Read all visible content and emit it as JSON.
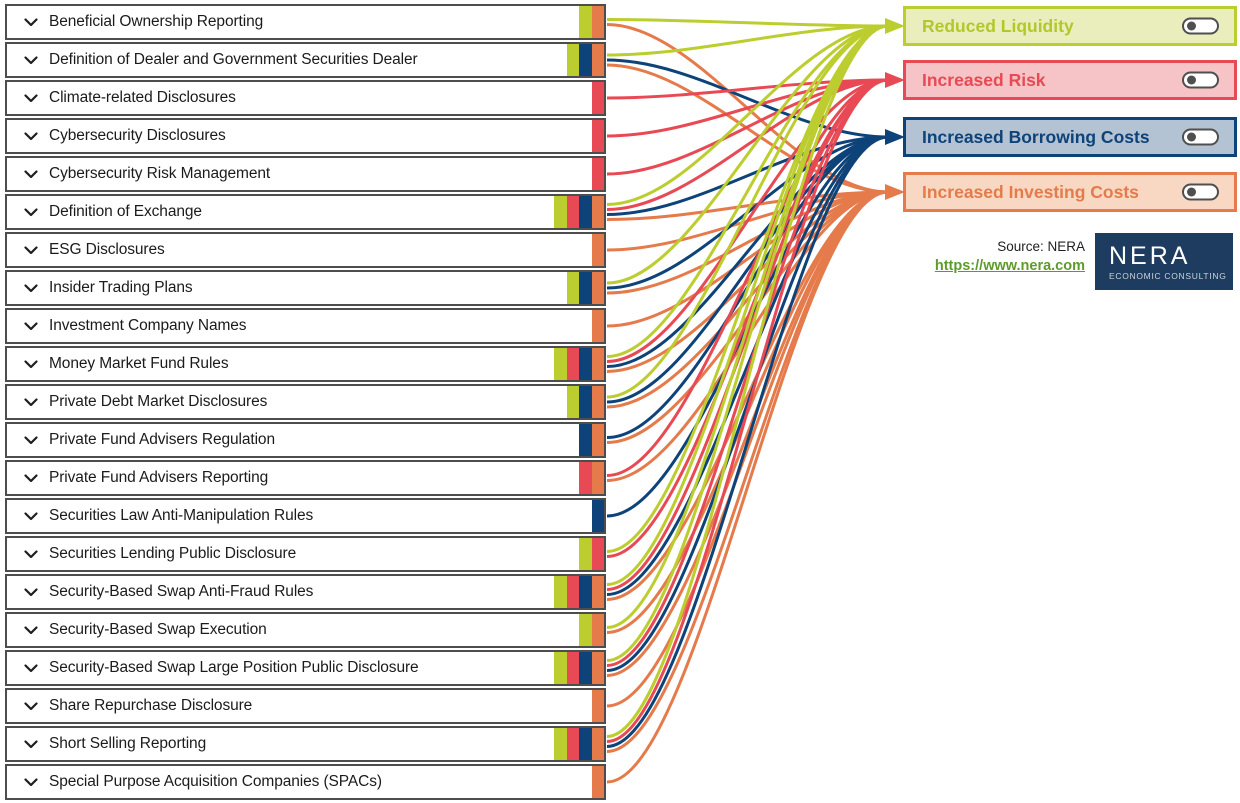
{
  "palette": {
    "row_border": "#4d4d4d",
    "row_text": "#1b1b1b",
    "chartreuse": "#bccd2f",
    "red": "#e84a55",
    "navy": "#0e4379",
    "orange": "#e57a4b"
  },
  "icons": {
    "chevron": "chevron-down",
    "toggle_state": "off"
  },
  "targets": [
    {
      "id": "reduced-liquidity",
      "label": "Reduced Liquidity",
      "color": "#bccd2f",
      "fill": "#eaeebc",
      "text_color": "#b2c72b",
      "toggle": "off"
    },
    {
      "id": "increased-risk",
      "label": "Increased Risk",
      "color": "#e84a55",
      "fill": "#f6c3c6",
      "text_color": "#e84a55",
      "toggle": "off"
    },
    {
      "id": "increased-borrowing-costs",
      "label": "Increased Borrowing Costs",
      "color": "#0e4379",
      "fill": "#b4c3d3",
      "text_color": "#0e4379",
      "toggle": "off"
    },
    {
      "id": "increased-investing-costs",
      "label": "Increased Investing Costs",
      "color": "#e57a4b",
      "fill": "#f8d8c3",
      "text_color": "#e57a4b",
      "toggle": "off"
    }
  ],
  "rows": [
    {
      "label": "Beneficial Ownership Reporting",
      "links": [
        "reduced-liquidity",
        "increased-investing-costs"
      ]
    },
    {
      "label": "Definition of Dealer and Government Securities Dealer",
      "links": [
        "reduced-liquidity",
        "increased-borrowing-costs",
        "increased-investing-costs"
      ]
    },
    {
      "label": "Climate-related Disclosures",
      "links": [
        "increased-risk"
      ]
    },
    {
      "label": "Cybersecurity Disclosures",
      "links": [
        "increased-risk"
      ]
    },
    {
      "label": "Cybersecurity Risk Management",
      "links": [
        "increased-risk"
      ]
    },
    {
      "label": "Definition of Exchange",
      "links": [
        "reduced-liquidity",
        "increased-risk",
        "increased-borrowing-costs",
        "increased-investing-costs"
      ]
    },
    {
      "label": "ESG Disclosures",
      "links": [
        "increased-investing-costs"
      ]
    },
    {
      "label": "Insider Trading Plans",
      "links": [
        "reduced-liquidity",
        "increased-borrowing-costs",
        "increased-investing-costs"
      ]
    },
    {
      "label": "Investment Company Names",
      "links": [
        "increased-investing-costs"
      ]
    },
    {
      "label": "Money Market Fund Rules",
      "links": [
        "reduced-liquidity",
        "increased-risk",
        "increased-borrowing-costs",
        "increased-investing-costs"
      ]
    },
    {
      "label": "Private Debt Market Disclosures",
      "links": [
        "reduced-liquidity",
        "increased-borrowing-costs",
        "increased-investing-costs"
      ]
    },
    {
      "label": "Private Fund Advisers Regulation",
      "links": [
        "increased-borrowing-costs",
        "increased-investing-costs"
      ]
    },
    {
      "label": "Private Fund Advisers Reporting",
      "links": [
        "increased-risk",
        "increased-investing-costs"
      ]
    },
    {
      "label": "Securities Law Anti-Manipulation Rules",
      "links": [
        "increased-borrowing-costs"
      ]
    },
    {
      "label": "Securities Lending Public Disclosure",
      "links": [
        "reduced-liquidity",
        "increased-risk"
      ]
    },
    {
      "label": "Security-Based Swap Anti-Fraud Rules",
      "links": [
        "reduced-liquidity",
        "increased-risk",
        "increased-borrowing-costs",
        "increased-investing-costs"
      ]
    },
    {
      "label": "Security-Based Swap Execution",
      "links": [
        "reduced-liquidity",
        "increased-investing-costs"
      ]
    },
    {
      "label": "Security-Based Swap Large Position Public Disclosure",
      "links": [
        "reduced-liquidity",
        "increased-risk",
        "increased-borrowing-costs",
        "increased-investing-costs"
      ]
    },
    {
      "label": "Share Repurchase Disclosure",
      "links": [
        "increased-investing-costs"
      ]
    },
    {
      "label": "Short Selling Reporting",
      "links": [
        "reduced-liquidity",
        "increased-risk",
        "increased-borrowing-costs",
        "increased-investing-costs"
      ]
    },
    {
      "label": "Special Purpose Acquisition Companies (SPACs)",
      "links": [
        "increased-investing-costs"
      ]
    }
  ],
  "source": {
    "line1": "Source: NERA",
    "link_text": "https://www.nera.com",
    "link_color": "#5d9c2a"
  },
  "logo": {
    "title": "NERA",
    "subtitle": "ECONOMIC CONSULTING",
    "bg": "#1d3c5f"
  }
}
